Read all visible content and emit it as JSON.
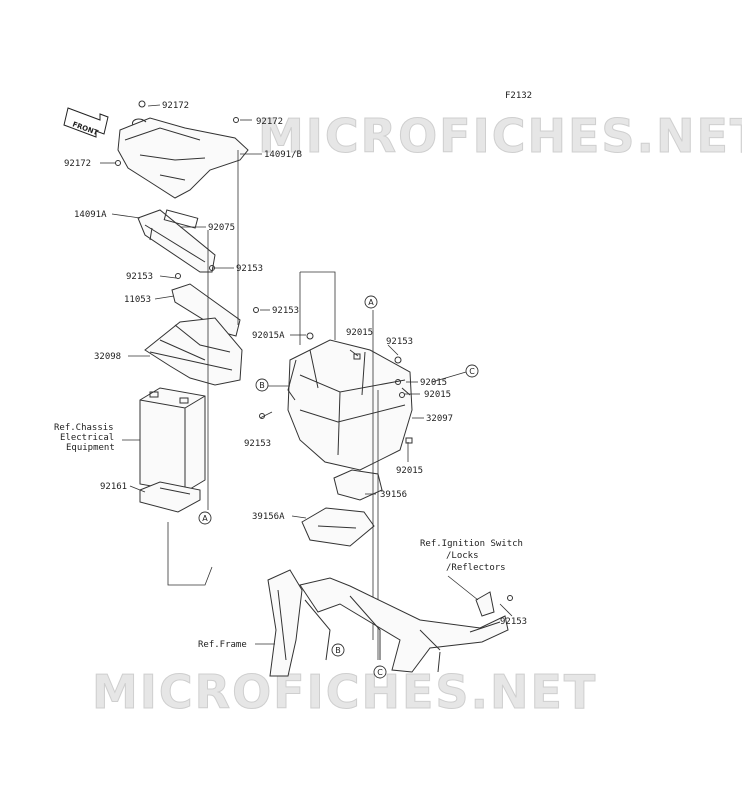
{
  "figure_code": "F2132",
  "watermark": "MICROFICHES.NET",
  "front_marker": "FRONT",
  "callouts": {
    "A": "A",
    "B": "B",
    "C": "C"
  },
  "labels": {
    "p92172_top": "92172",
    "p92172_right": "92172",
    "p92172_left": "92172",
    "p14091b": "14091/B",
    "p14091a": "14091A",
    "p92075": "92075",
    "p92153_a": "92153",
    "p92153_b": "92153",
    "p11053": "11053",
    "p92153_c": "92153",
    "p92015a": "92015A",
    "p32098": "32098",
    "p92015_a": "92015",
    "p92153_d": "92153",
    "p92015_b": "92015",
    "p92015_c": "92015",
    "p32097": "32097",
    "p92153_e": "92153",
    "p92015_d": "92015",
    "p39156": "39156",
    "p39156a": "39156A",
    "p92161": "92161",
    "p92153_f": "92153"
  },
  "refs": {
    "chassis_l1": "Ref.Chassis",
    "chassis_l2": "Electrical",
    "chassis_l3": "Equipment",
    "ignition_l1": "Ref.Ignition Switch",
    "ignition_l2": "/Locks",
    "ignition_l3": "/Reflectors",
    "frame": "Ref.Frame"
  }
}
